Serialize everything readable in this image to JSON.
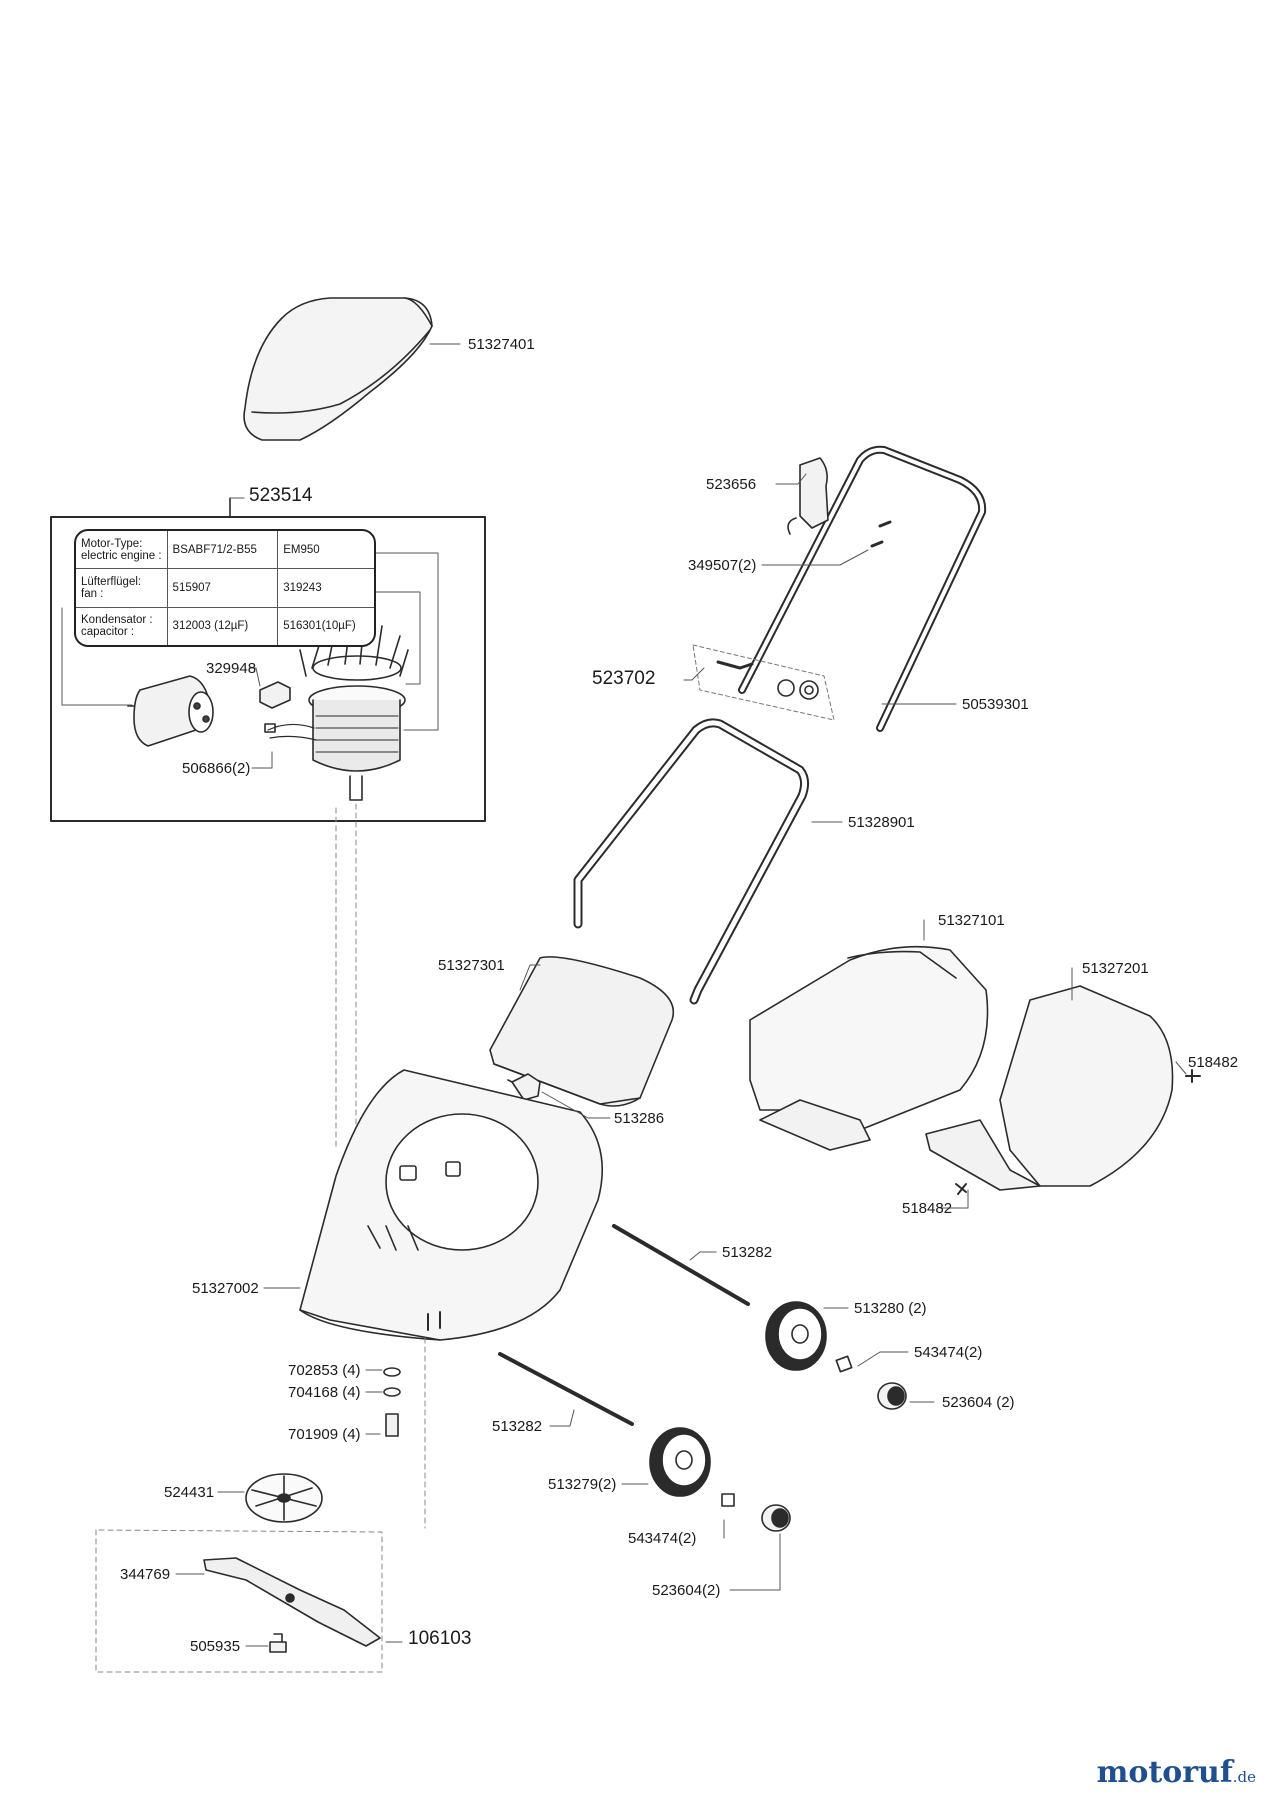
{
  "callouts": {
    "grassbox_lid": "51327401",
    "motor_assembly": "523514",
    "cable_clip": "523656",
    "screws_349507": "349507(2)",
    "fixing_set": "523702",
    "upper_handle": "50539301",
    "lower_handle": "51328901",
    "brush_holder": "329948",
    "connectors": "506866(2)",
    "box_frame": "51327101",
    "box_cover": "51327201",
    "box_lid": "51327301",
    "screw_right": "518482",
    "screw_bottom": "518482",
    "latch": "513286",
    "deck": "51327002",
    "axle_rear": "513282",
    "wheel_rear": "513280 (2)",
    "wheel_cap_rear": "543474(2)",
    "hub_rear": "523604 (2)",
    "washer_702853": "702853 (4)",
    "washer_704168": "704168 (4)",
    "screw_701909": "701909 (4)",
    "axle_front": "513282",
    "wheel_front": "513279(2)",
    "fan": "524431",
    "wheel_cap_front": "543474(2)",
    "hub_front": "523604(2)",
    "blade": "344769",
    "blade_bolt": "505935",
    "blade_set": "106103"
  },
  "spec_table": {
    "rows": [
      {
        "label_de": "Motor-Type:",
        "label_en": "electric engine :",
        "v1": "BSABF71/2-B55",
        "v2": "EM950"
      },
      {
        "label_de": "Lüfterflügel:",
        "label_en": "fan :",
        "v1": "515907",
        "v2": "319243"
      },
      {
        "label_de": "Kondensator :",
        "label_en": "capacitor :",
        "v1": "312003 (12µF)",
        "v2": "516301(10µF)"
      }
    ]
  },
  "brand": {
    "name": "motoruf",
    "tld": ".de"
  },
  "colors": {
    "line": "#2b2b2b",
    "leader": "#555555",
    "brand": "#1f4f8f",
    "brand_accent": "#e07a00"
  }
}
